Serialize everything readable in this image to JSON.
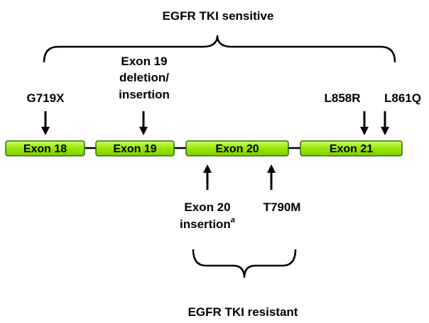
{
  "title_top": "EGFR TKI sensitive",
  "title_bottom": "EGFR TKI resistant",
  "exons": [
    {
      "label": "Exon 18"
    },
    {
      "label": "Exon 19"
    },
    {
      "label": "Exon 20"
    },
    {
      "label": "Exon 21"
    }
  ],
  "mutations_sensitive": [
    {
      "lines": [
        "G719X"
      ]
    },
    {
      "lines": [
        "Exon 19",
        "deletion/",
        "insertion"
      ]
    },
    {
      "lines": [
        "L858R"
      ]
    },
    {
      "lines": [
        "L861Q"
      ]
    }
  ],
  "mutations_resistant": [
    {
      "lines": [
        "Exon 20",
        "insertion"
      ],
      "superscript": "a"
    },
    {
      "lines": [
        "T790M"
      ]
    }
  ],
  "colors": {
    "exon_fill": "#99e600",
    "exon_highlight": "#ccff66",
    "exon_stroke": "#2e6b1a",
    "line": "#000000"
  }
}
